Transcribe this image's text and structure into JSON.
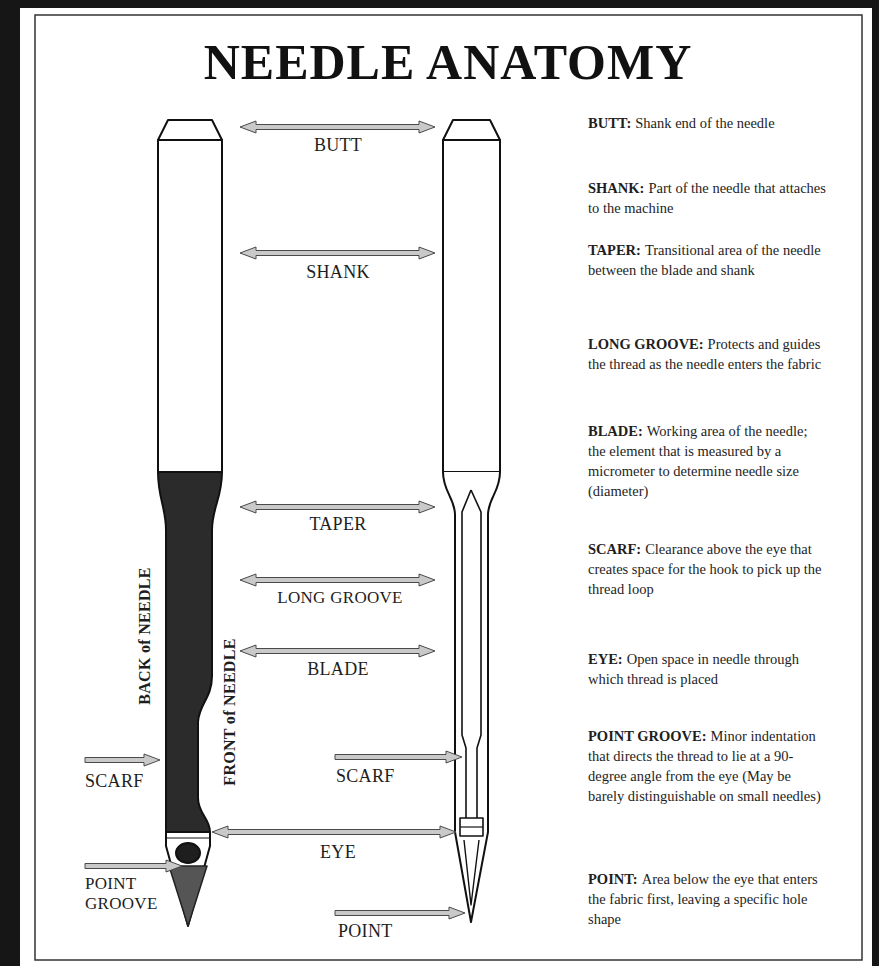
{
  "diagram": {
    "title": "NEEDLE ANATOMY",
    "labels": [
      "BUTT",
      "SHANK",
      "TAPER",
      "LONG GROOVE",
      "BLADE",
      "BACK of NEEDLE",
      "FRONT of NEEDLE",
      "SCARF",
      "SCARF",
      "EYE",
      "POINT GROOVE",
      "POINT",
      "BUTT:",
      "Shank end of the needle",
      "SHANK:",
      "Part of the needle that attaches to the machine",
      "TAPER:",
      "Transitional area of the needle between the blade and shank",
      "LONG GROOVE:",
      "Protects and guides the thread as the needle enters the fabric",
      "BLADE:",
      "Working area of the needle; the element that is measured by a micrometer to determine needle size (diameter)",
      "SCARF:",
      "Clearance above the eye that creates space for the hook to pick up the thread loop",
      "EYE:",
      "Open space in needle through which thread is placed",
      "POINT GROOVE:",
      "Minor indentation that directs the thread to lie at a 90-degree angle from the eye (May be barely distinguishable on small needles)",
      "POINT:",
      "Area below the eye that enters the fabric first, leaving a specific hole shape"
    ]
  }
}
